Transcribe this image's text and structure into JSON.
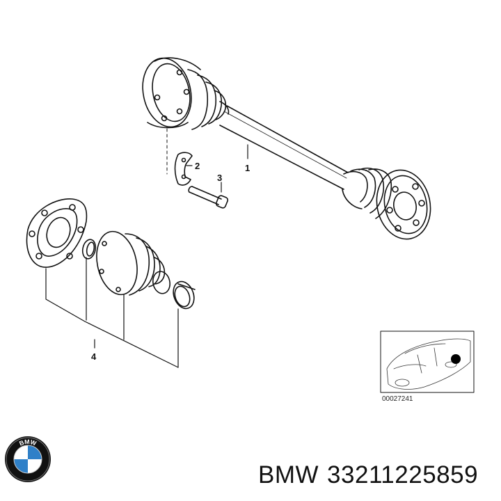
{
  "diagram": {
    "callouts": [
      {
        "id": "1",
        "label": "1"
      },
      {
        "id": "2",
        "label": "2"
      },
      {
        "id": "3",
        "label": "3"
      },
      {
        "id": "4",
        "label": "4"
      }
    ],
    "inset_reference": "00027241"
  },
  "footer": {
    "brand": "BMW",
    "part_number": "33211225859",
    "logo_text": "BMW",
    "logo_colors": {
      "ring": "#111111",
      "blue": "#2f80c8",
      "white": "#ffffff"
    }
  }
}
